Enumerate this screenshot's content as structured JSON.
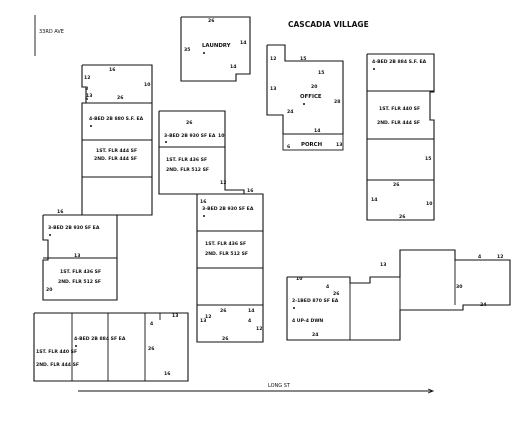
{
  "title": "CASCADIA VILLAGE",
  "streets": {
    "north": "33RD AVE",
    "south": "LONG ST"
  },
  "laundry": {
    "name": "LAUNDRY",
    "dims": [
      "26",
      "35",
      "14",
      "14"
    ]
  },
  "office": {
    "name": "OFFICE",
    "porch": "PORCH",
    "dims": [
      "12",
      "15",
      "15",
      "28",
      "24",
      "14",
      "13",
      "6",
      "20",
      "13"
    ]
  },
  "building_a": {
    "lines": [
      "4-BED 2B 880 S.F. EA",
      "1ST. FLR 444 SF",
      "2ND. FLR 444 SF"
    ],
    "dims": [
      "12",
      "10",
      "8",
      "6",
      "26",
      "16",
      "13"
    ]
  },
  "building_b": {
    "lines": [
      "3-BED 2B 930 SF EA",
      "1ST. FLR 436 SF",
      "2ND. FLR 512 SF"
    ],
    "dims": [
      "13",
      "20",
      "16"
    ]
  },
  "building_c": {
    "lines": [
      "3-BED 2B 930 SF EA",
      "1ST. FLR 436 SF",
      "2ND. FLR 512 SF"
    ],
    "dims": [
      "26",
      "10",
      "12",
      "16"
    ]
  },
  "building_d": {
    "lines": [
      "3-BED 2B 930 SF EA",
      "1ST. FLR 436 SF",
      "2ND. FLR 512 SF"
    ],
    "dims": [
      "16",
      "13",
      "26",
      "4",
      "12",
      "14",
      "12",
      "26"
    ]
  },
  "building_e": {
    "lines": [
      "4-BED 2B 884 S.F. EA",
      "1ST. FLR 440 SF",
      "2ND. FLR 444 SF"
    ],
    "dims": [
      "15",
      "26",
      "14",
      "26",
      "10"
    ]
  },
  "building_f": {
    "lines": [
      "4-BED 2B 884 SF EA",
      "1ST. FLR 440 SF",
      "2ND. FLR 444 SF"
    ],
    "dims": [
      "4",
      "13",
      "26",
      "16"
    ]
  },
  "building_g": {
    "lines": [
      "2-1BED 870 SF EA",
      "4 UP-4 DWN"
    ],
    "dims": [
      "10",
      "4",
      "26",
      "24",
      "13",
      "4",
      "12",
      "30",
      "24"
    ]
  }
}
